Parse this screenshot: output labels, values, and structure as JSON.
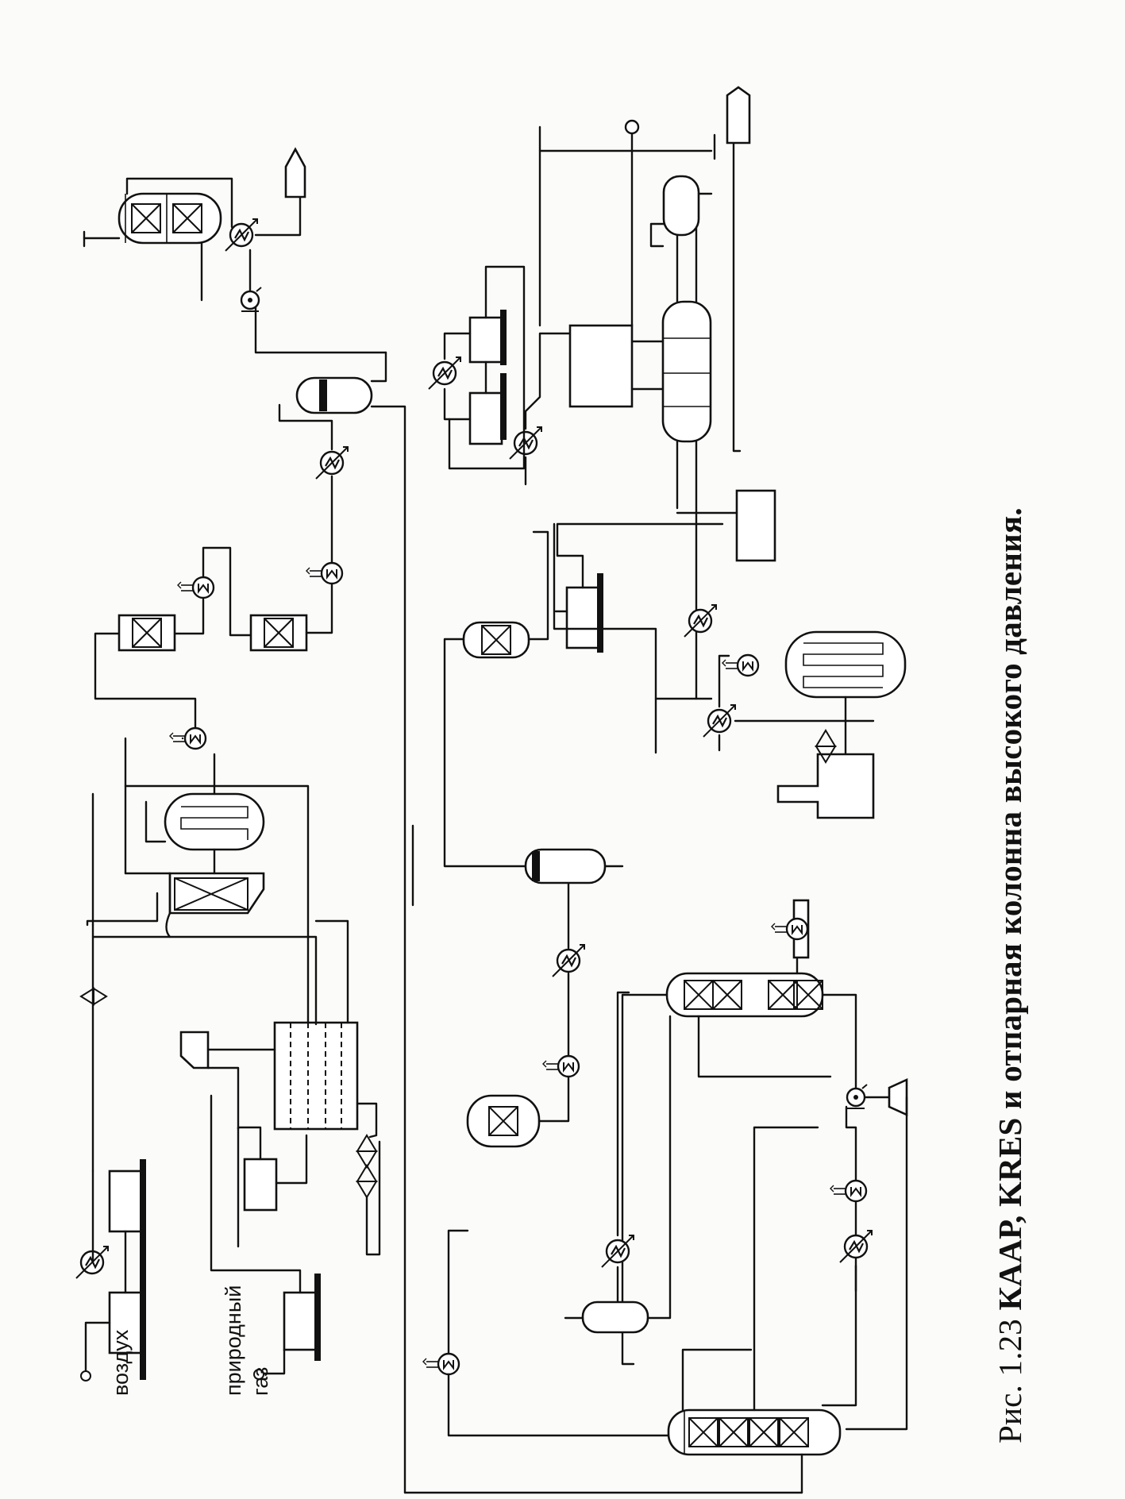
{
  "labels": {
    "air": "воздух",
    "gas_line1": "природный",
    "gas_line2": "газ"
  },
  "caption": {
    "prefix": "Рис. 1.23",
    "bold_text": "КААР, KRES и отпарная колонна высокого давления."
  },
  "icons": {
    "compressor": "compressor-icon",
    "heat_exchanger": "heat-exchanger-icon",
    "pump": "pump-icon",
    "valve": "valve-icon",
    "column": "column-icon",
    "product_outlet": "product-outlet-icon"
  },
  "colors": {
    "line": "#111111",
    "background": "#fbfbf9"
  }
}
